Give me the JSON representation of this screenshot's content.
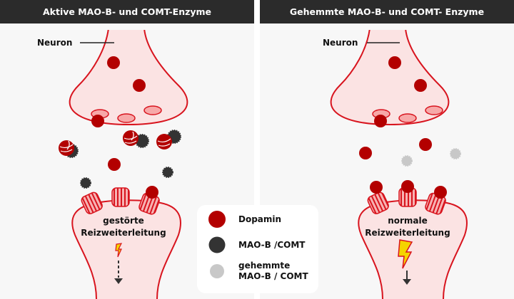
{
  "colors": {
    "header_bg": "#2b2b2b",
    "dopamine": "#b30000",
    "enzyme_active": "#333333",
    "enzyme_inhibited": "#c8c8c8",
    "neuron_fill": "#fbe3e3",
    "neuron_stroke": "#d8141e",
    "lightning_active": "#f5d400"
  },
  "panels": [
    {
      "title": "Aktive MAO-B- und COMT-Enzyme",
      "neuron_label": "Neuron",
      "signal_label_line1": "gestörte",
      "signal_label_line2": "Reizweiterleitung",
      "signal_state": "disrupted"
    },
    {
      "title": "Gehemmte MAO-B- und COMT- Enzyme",
      "neuron_label": "Neuron",
      "signal_label_line1": "normale",
      "signal_label_line2": "Reizweiterleitung",
      "signal_state": "normal"
    }
  ],
  "legend": [
    {
      "label": "Dopamin",
      "icon": "dopamine-dot-icon"
    },
    {
      "label": "MAO-B /COMT",
      "icon": "active-enzyme-icon"
    },
    {
      "label_line1": "gehemmte",
      "label_line2": "MAO-B / COMT",
      "icon": "inhibited-enzyme-icon"
    }
  ]
}
